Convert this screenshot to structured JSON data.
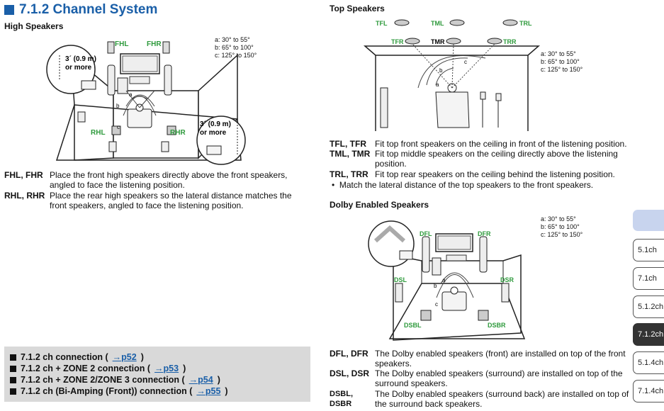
{
  "title": "7.1.2 Channel System",
  "high": {
    "heading": "High Speakers",
    "angles": [
      "a: 30° to 55°",
      "b: 65° to 100°",
      "c: 125° to 150°"
    ],
    "labels": {
      "fhl": "FHL",
      "fhr": "FHR",
      "rhl": "RHL",
      "rhr": "RHR",
      "a": "a",
      "b": "b",
      "c": "c"
    },
    "dist1": "3´ (0.9 m)",
    "dist1b": "or more",
    "dist2": "3´ (0.9 m)",
    "dist2b": "or more",
    "desc": [
      {
        "term": "FHL, FHR",
        "text": "Place the front high speakers directly above the front speakers, angled to face the listening position."
      },
      {
        "term": "RHL, RHR",
        "text": "Place the rear high speakers so the lateral distance matches the front speakers, angled to face the listening position."
      }
    ]
  },
  "top": {
    "heading": "Top Speakers",
    "angles": [
      "a: 30° to 55°",
      "b: 65° to 100°",
      "c: 125° to 150°"
    ],
    "labels": {
      "tfl": "TFL",
      "tml": "TML",
      "trl": "TRL",
      "tfr": "TFR",
      "tmr": "TMR",
      "trr": "TRR",
      "a": "a",
      "b": "b",
      "c": "c"
    },
    "desc": [
      {
        "term": "TFL, TFR",
        "text": "Fit top front speakers on the ceiling in front of the listening position."
      },
      {
        "term": "TML, TMR",
        "text": "Fit top middle speakers on the ceiling directly above the listening position."
      },
      {
        "term": "TRL, TRR",
        "text": "Fit top rear speakers on the ceiling behind the listening position."
      }
    ],
    "bullet": "Match the lateral distance of the top speakers to the front speakers."
  },
  "dolby": {
    "heading": "Dolby Enabled Speakers",
    "angles": [
      "a: 30° to 55°",
      "b: 65° to 100°",
      "c: 125° to 150°"
    ],
    "labels": {
      "dfl": "DFL",
      "dfr": "DFR",
      "dsl": "DSL",
      "dsr": "DSR",
      "dsbl": "DSBL",
      "dsbr": "DSBR",
      "a": "a",
      "b": "b",
      "c": "c"
    },
    "desc": [
      {
        "term": "DFL, DFR",
        "text": "The Dolby enabled speakers (front) are installed on top of the front speakers."
      },
      {
        "term": "DSL, DSR",
        "text": "The Dolby enabled speakers (surround) are installed on top of the surround speakers."
      },
      {
        "term": "DSBL, DSBR",
        "text": "The Dolby enabled speakers (surround back) are installed on top of the surround back speakers."
      }
    ]
  },
  "connections": [
    {
      "text": "7.1.2 ch connection (",
      "arrow": "→",
      "link": "p52",
      "close": ")"
    },
    {
      "text": "7.1.2 ch + ZONE 2 connection (",
      "arrow": "→",
      "link": "p53",
      "close": ")"
    },
    {
      "text": "7.1.2 ch + ZONE 2/ZONE 3 connection (",
      "arrow": "→",
      "link": "p54",
      "close": ")"
    },
    {
      "text": "7.1.2 ch (Bi-Amping (Front)) connection (",
      "arrow": "→",
      "link": "p55",
      "close": ")"
    }
  ],
  "tabs": [
    "5.1ch",
    "7.1ch",
    "5.1.2ch",
    "7.1.2ch",
    "5.1.4ch",
    "7.1.4ch"
  ],
  "active_tab": "7.1.2ch",
  "colors": {
    "accent": "#1a5fa8",
    "label_green": "#2e9a3c",
    "tab_active": "#333333",
    "tab_blank": "#c8d4ee"
  }
}
